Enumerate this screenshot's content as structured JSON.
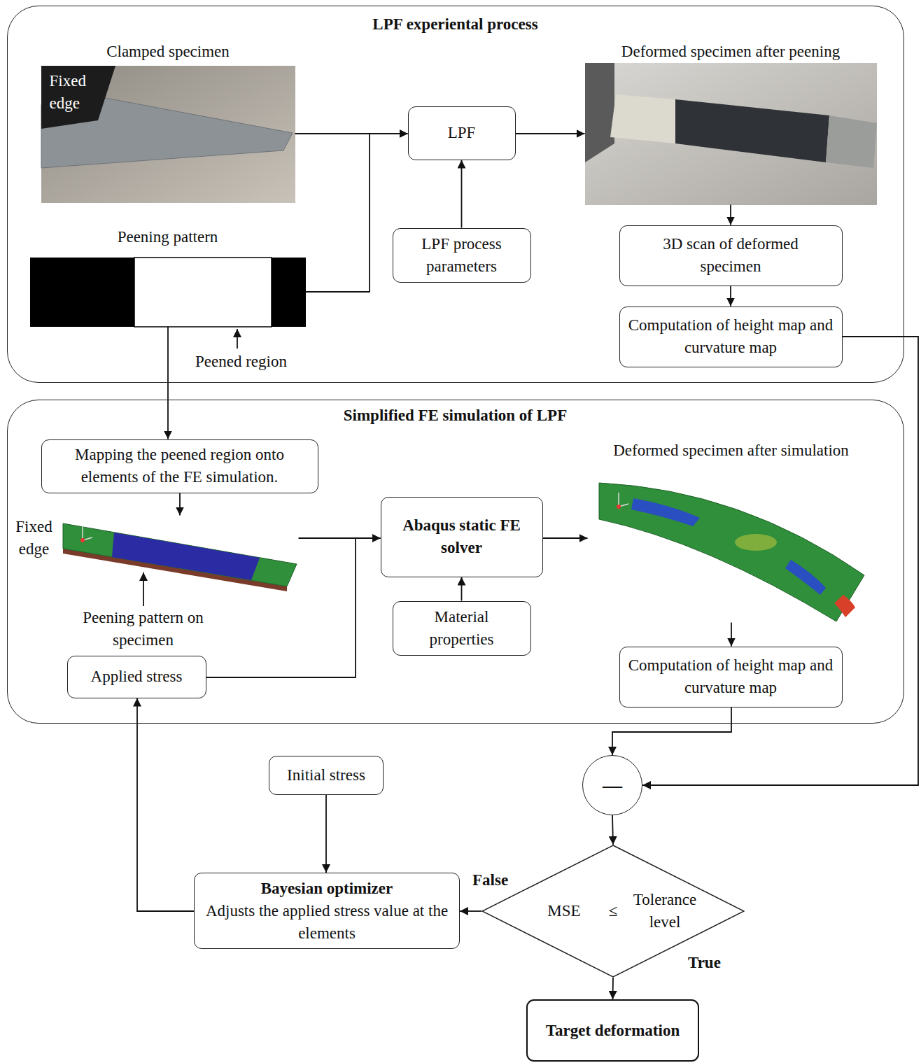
{
  "diagram": {
    "nodes": [
      {
        "text": [
          "LPF experiental process"
        ]
      },
      {
        "text": [
          "Clamped specimen",
          "Fixed edge"
        ],
        "in": 0
      },
      {
        "text": [
          "Peening pattern"
        ],
        "in": 0
      },
      {
        "text": [
          "LPF"
        ],
        "in": 0
      },
      {
        "text": [
          "LPF process parameters"
        ],
        "in": 0
      },
      {
        "text": [
          "Deformed specimen after peening"
        ],
        "in": 0
      },
      {
        "text": [
          "3D scan of deformed specimen"
        ],
        "in": 0
      },
      {
        "text": [
          "Computation of height map and curvature map"
        ],
        "in": 0
      },
      {
        "text": [
          "Simplified FE simulation of LPF"
        ]
      },
      {
        "text": [
          "Mapping the peened region onto elements of the FE simulation."
        ],
        "in": 8
      },
      {
        "text": [
          "Fixed edge",
          "Peening pattern on specimen"
        ],
        "in": 8
      },
      {
        "text": [
          "Applied stress"
        ],
        "in": 8
      },
      {
        "text": [
          "Abaqus static FE solver"
        ],
        "in": 8
      },
      {
        "text": [
          "Material properties"
        ],
        "in": 8
      },
      {
        "text": [
          "Deformed specimen after simulation"
        ],
        "in": 8
      },
      {
        "text": [
          "Computation of height map and curvature map"
        ],
        "in": 8
      },
      {
        "text": [
          "—"
        ]
      },
      {
        "text": [
          "Initial stress"
        ]
      },
      {
        "text": [
          "Bayesian optimizer",
          "Adjusts the applied stress value at the elements"
        ]
      },
      {
        "text": [
          "MSE",
          "≤",
          "Tolerance level"
        ]
      },
      {
        "text": [
          "Target deformation"
        ]
      }
    ],
    "edges": [
      {
        "from": 1,
        "to": 3,
        "arrow": "to"
      },
      {
        "from": 2,
        "to": 3,
        "arrow": "to"
      },
      {
        "from": 4,
        "to": 3,
        "arrow": "to"
      },
      {
        "from": 3,
        "to": 5,
        "arrow": "to"
      },
      {
        "from": 5,
        "to": 6,
        "arrow": "to"
      },
      {
        "from": 6,
        "to": 7,
        "arrow": "to"
      },
      {
        "from": 7,
        "to": 16,
        "arrow": "to"
      },
      {
        "from": 2,
        "to": 9,
        "arrow": "to"
      },
      {
        "from": 9,
        "to": 10,
        "arrow": "to"
      },
      {
        "from": 10,
        "to": 12,
        "arrow": "to"
      },
      {
        "from": 11,
        "to": 12,
        "arrow": "to"
      },
      {
        "from": 13,
        "to": 12,
        "arrow": "to"
      },
      {
        "from": 12,
        "to": 14,
        "arrow": "to"
      },
      {
        "from": 14,
        "to": 15,
        "arrow": "to"
      },
      {
        "from": 15,
        "to": 16,
        "arrow": "to"
      },
      {
        "from": 16,
        "to": 19,
        "arrow": "to"
      },
      {
        "from": 19,
        "to": 18,
        "label": "False",
        "arrow": "to"
      },
      {
        "from": 19,
        "to": 20,
        "label": "True",
        "arrow": "to"
      },
      {
        "from": 17,
        "to": 18,
        "arrow": "to"
      },
      {
        "from": 18,
        "to": 11,
        "arrow": "to"
      }
    ],
    "labels": [
      "Peened region"
    ]
  }
}
